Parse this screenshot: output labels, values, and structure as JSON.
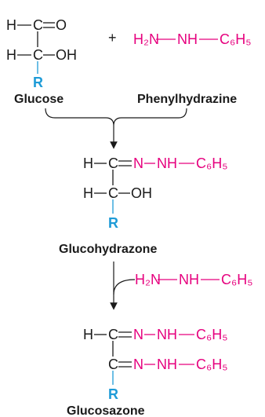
{
  "atoms": {
    "H": "H",
    "C": "C",
    "O": "O",
    "OH": "OH",
    "N": "N",
    "NH": "NH",
    "H2N": "H₂N",
    "R": "R",
    "phenyl": "C₆H₅",
    "plus": "+"
  },
  "labels": {
    "glucose": "Glucose",
    "phenylhydrazine": "Phenylhydrazine",
    "glucohydrazone": "Glucohydrazone",
    "glucosazone": "Glucosazone"
  },
  "colors": {
    "reagent": "#e6007e",
    "r_group": "#1e9bd7",
    "text": "#1a1a1a"
  }
}
